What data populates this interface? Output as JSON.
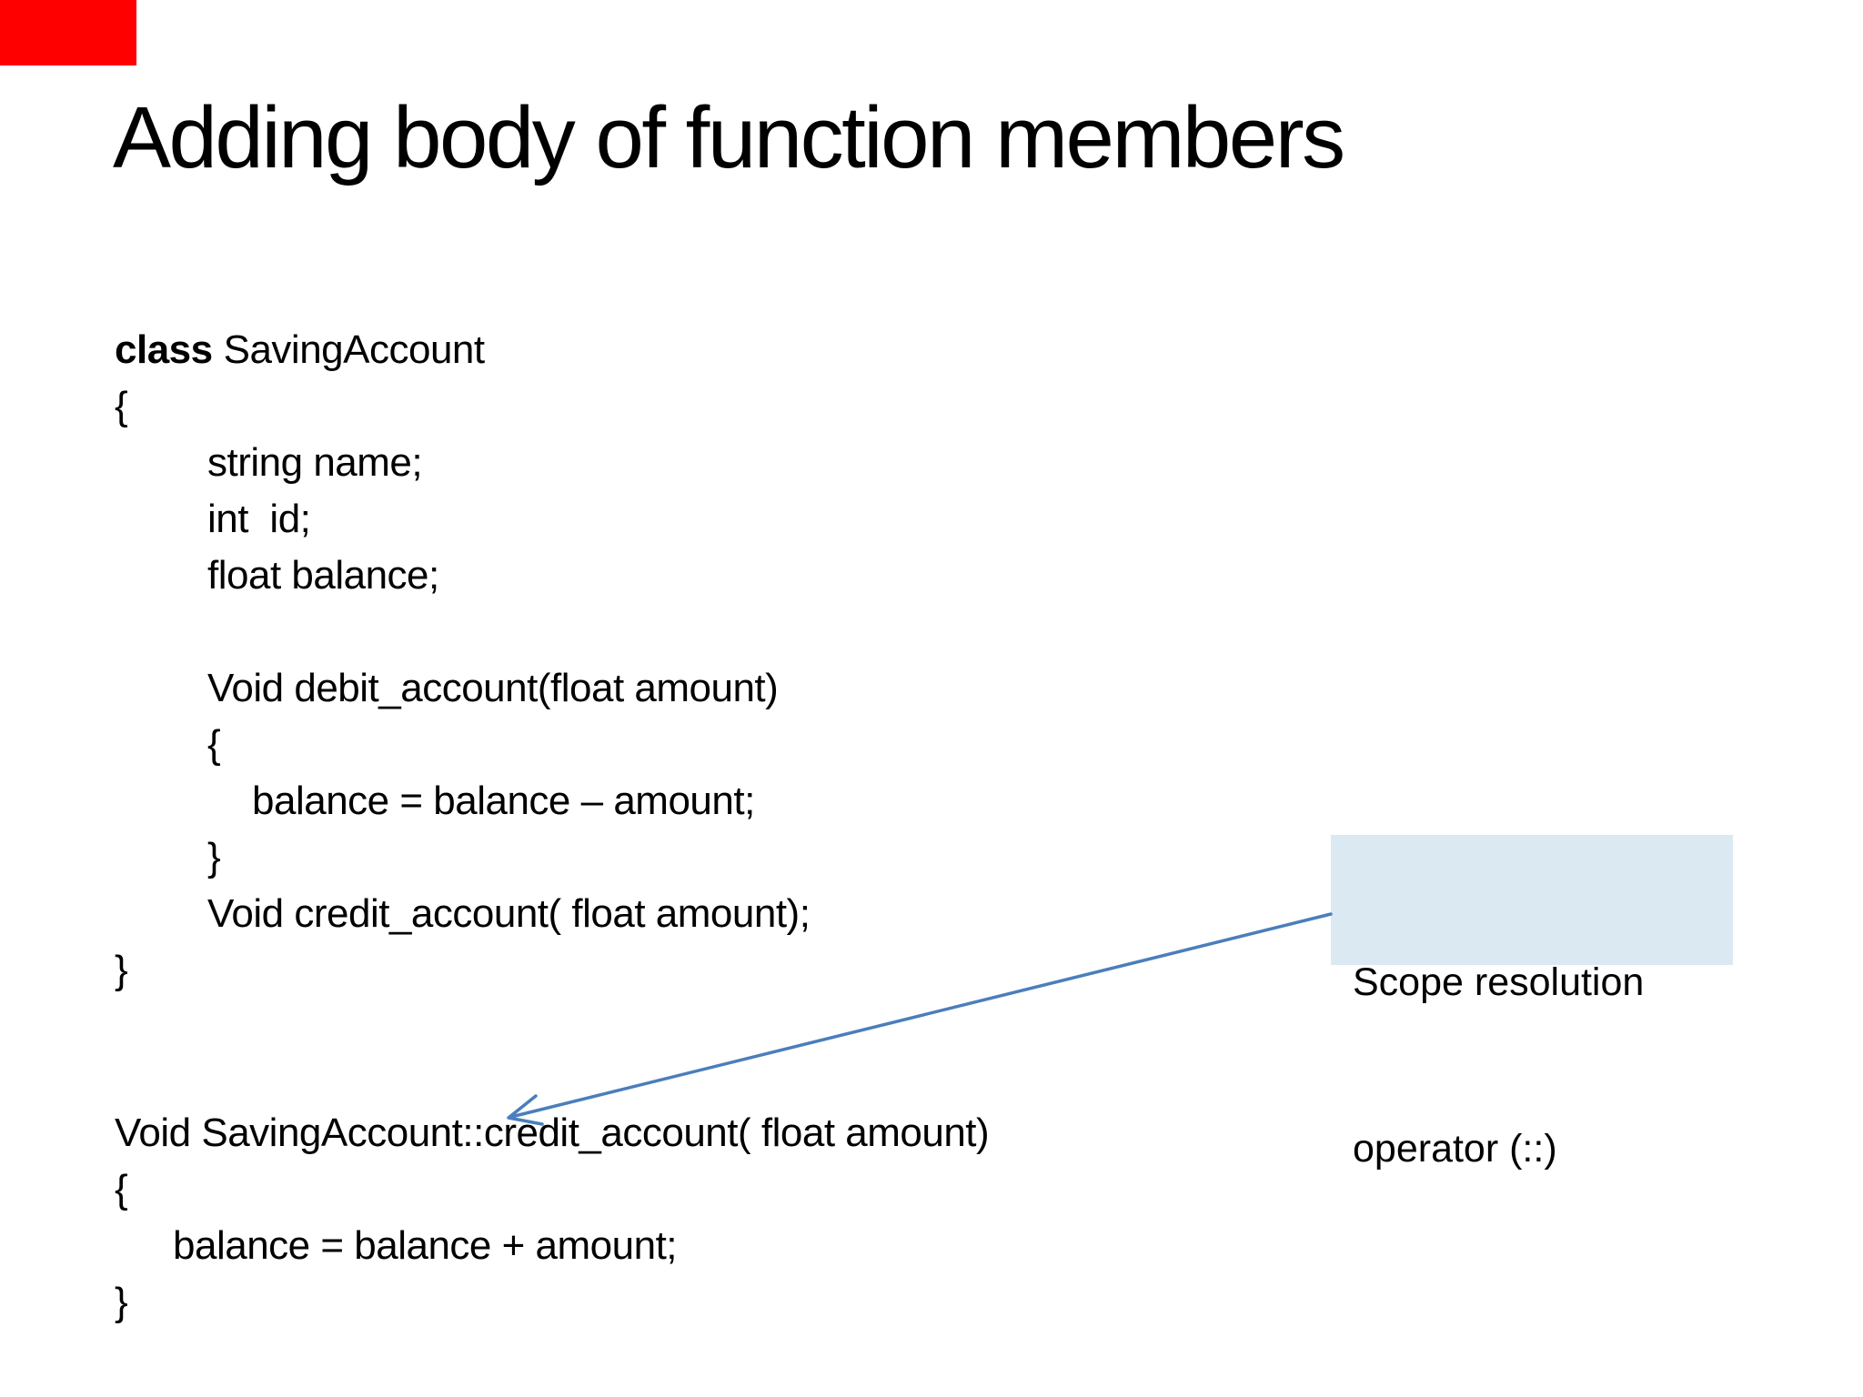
{
  "slide": {
    "title": "Adding body of function members",
    "code_class": {
      "keyword": "class",
      "name": "SavingAccount",
      "lines": [
        "{",
        "string name;",
        "int  id;",
        "float balance;",
        "",
        "Void debit_account(float amount)",
        "{",
        "balance = balance – amount;",
        "}",
        "Void credit_account( float amount);",
        "}"
      ]
    },
    "code_impl": {
      "lines": [
        "Void SavingAccount::credit_account( float amount)",
        "{",
        "balance = balance + amount;",
        "}"
      ]
    },
    "callout": {
      "lines": [
        "Scope resolution",
        "operator (::)"
      ]
    },
    "colors": {
      "callout_bg": "#dae9f2",
      "arrow": "#4a7ebc",
      "corner_marker": "#ff0000",
      "text": "#000000",
      "background": "#ffffff"
    }
  }
}
